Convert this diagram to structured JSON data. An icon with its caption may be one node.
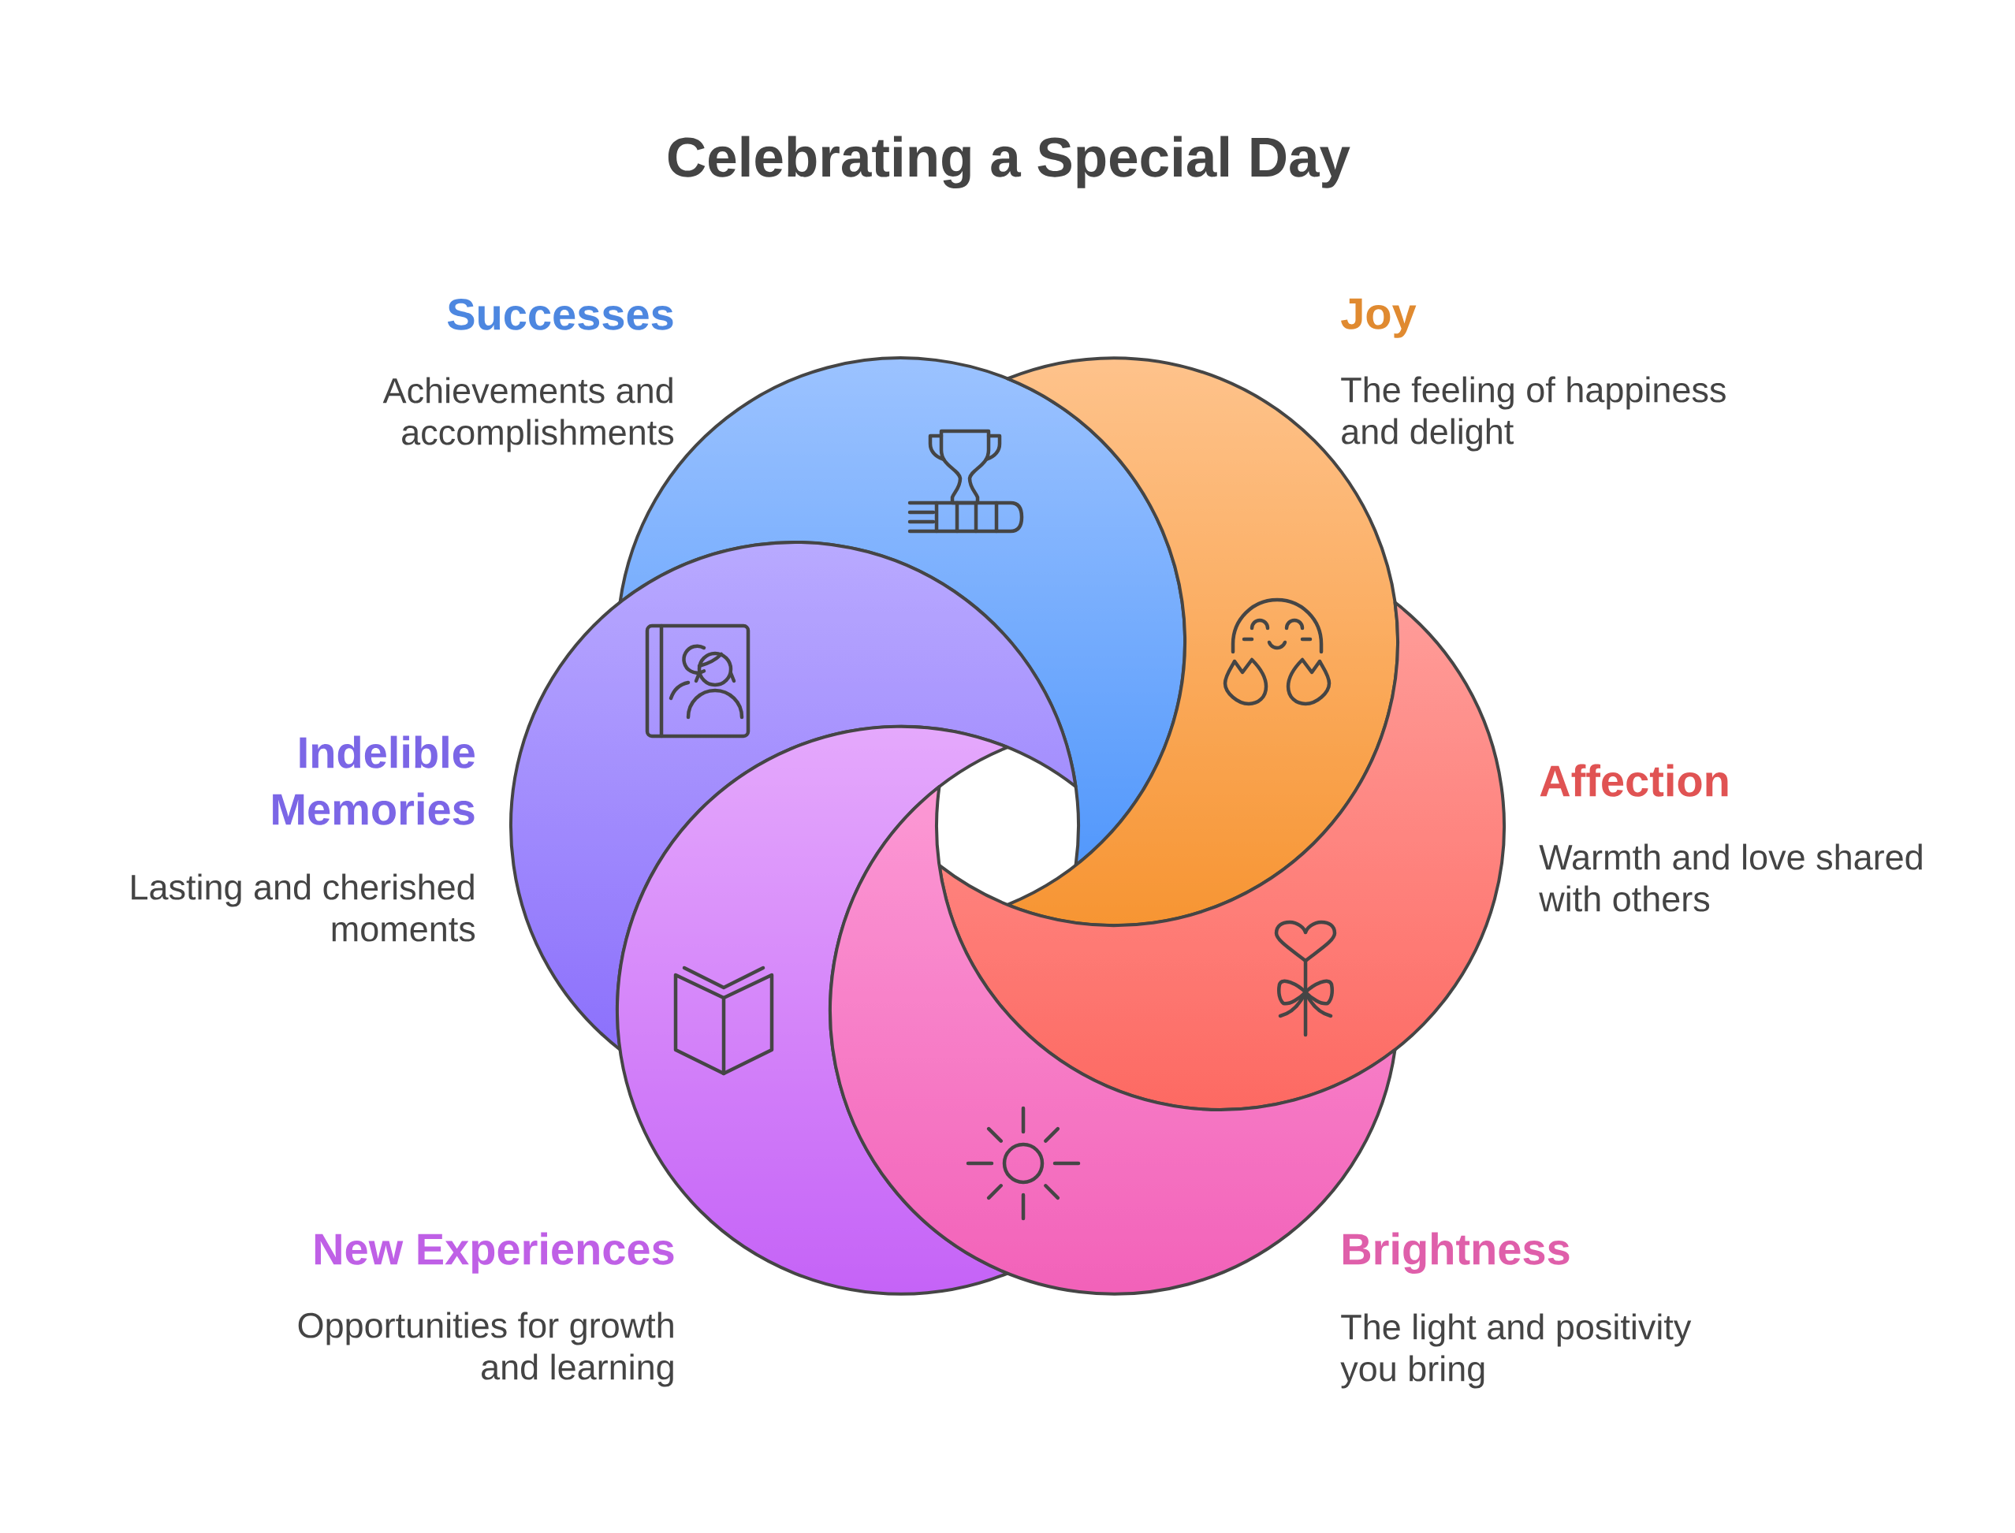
{
  "diagram": {
    "title": "Celebrating a Special Day",
    "nodes": [
      {
        "text": [
          "Successes",
          "Achievements and accomplishments"
        ]
      },
      {
        "text": [
          "Joy",
          "The feeling of happiness and delight"
        ]
      },
      {
        "text": [
          "Indelible Memories",
          "Lasting and cherished moments"
        ]
      },
      {
        "text": [
          "Affection",
          "Warmth and love shared with others"
        ]
      },
      {
        "text": [
          "New Experiences",
          "Opportunities for growth and learning"
        ]
      },
      {
        "text": [
          "Brightness",
          "The light and positivity you bring"
        ]
      }
    ]
  }
}
